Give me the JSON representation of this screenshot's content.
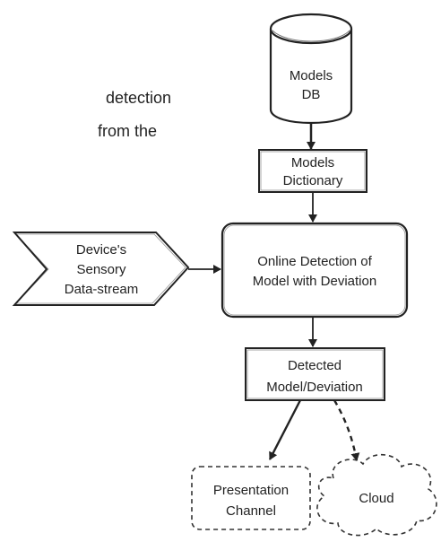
{
  "intro_text": {
    "line1": "detection",
    "line2": "from the"
  },
  "nodes": {
    "models_db": {
      "line1": "Models",
      "line2": "DB"
    },
    "models_dictionary": {
      "line1": "Models",
      "line2": "Dictionary"
    },
    "sensory_stream": {
      "line1": "Device's",
      "line2": "Sensory",
      "line3": "Data-stream"
    },
    "online_detection": {
      "line1": "Online Detection of",
      "line2": "Model with Deviation"
    },
    "detected_model": {
      "line1": "Detected",
      "line2": "Model/Deviation"
    },
    "presentation_channel": {
      "line1": "Presentation",
      "line2": "Channel"
    },
    "cloud": {
      "line1": "Cloud"
    }
  }
}
